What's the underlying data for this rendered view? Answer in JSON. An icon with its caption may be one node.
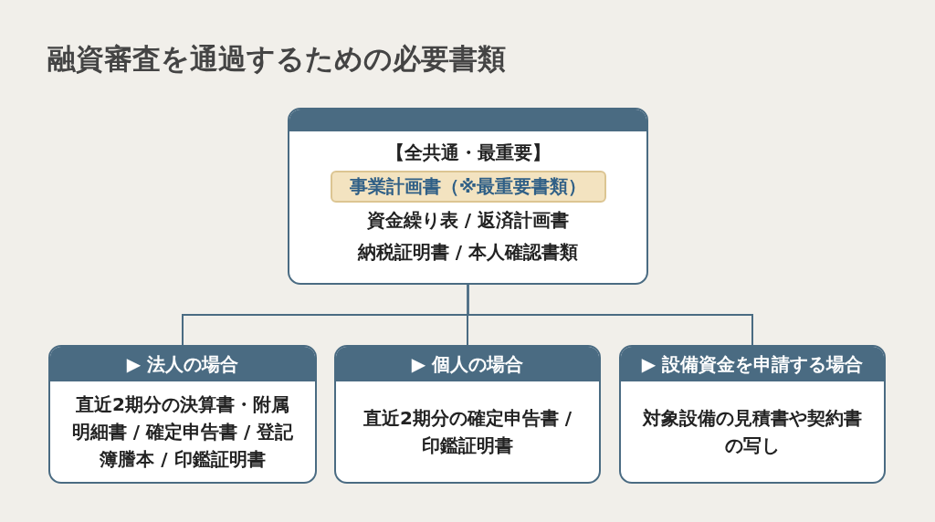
{
  "diagram": {
    "title": "融資審査を通過するための必要書類",
    "nodes": [
      {
        "text": [
          "【全共通・最重要】",
          "事業計画書（※最重要書類）",
          "資金繰り表 / 返済計画書",
          "納税証明書 / 本人確認書類"
        ]
      },
      {
        "text": [
          "▶ 法人の場合",
          "直近2期分の決算書・附属明細書 / 確定申告書 / 登記簿謄本 / 印鑑証明書"
        ]
      },
      {
        "text": [
          "▶ 個人の場合",
          "直近2期分の確定申告書 / 印鑑証明書"
        ]
      },
      {
        "text": [
          "▶ 設備資金を申請する場合",
          "対象設備の見積書や契約書の写し"
        ]
      }
    ],
    "edges": [
      {
        "from": 0,
        "to": 1,
        "arrow": "none"
      },
      {
        "from": 0,
        "to": 2,
        "arrow": "none"
      },
      {
        "from": 0,
        "to": 3,
        "arrow": "none"
      }
    ]
  }
}
